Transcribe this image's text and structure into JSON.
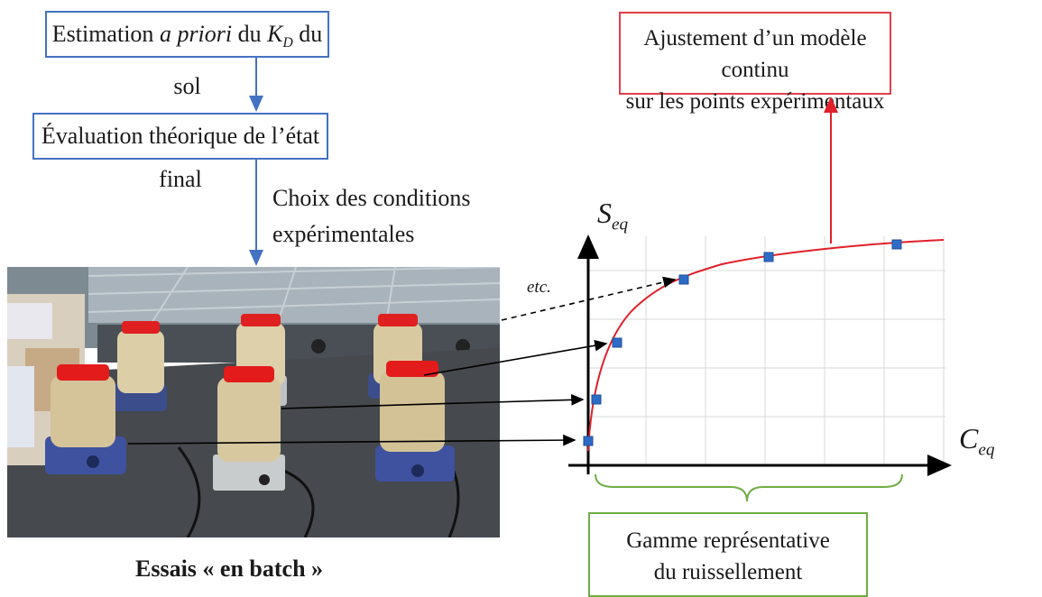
{
  "boxes": {
    "estimation_prefix": "Estimation ",
    "estimation_italic": "a priori",
    "estimation_mid": " du ",
    "estimation_kd_base": "K",
    "estimation_kd_sub": "D",
    "estimation_suffix": " du sol",
    "evaluation": "Évaluation théorique de l’état final",
    "ajustement_line1": "Ajustement d’un modèle continu",
    "ajustement_line2": "sur les points expérimentaux",
    "gamme_line1": "Gamme représentative",
    "gamme_line2": "du ruissellement"
  },
  "labels": {
    "choix_line1": "Choix des conditions",
    "choix_line2": "expérimentales",
    "essais": "Essais « en batch »",
    "etc": "etc.",
    "y_axis_base": "S",
    "y_axis_sub": "eq",
    "x_axis_base": "C",
    "x_axis_sub": "eq"
  },
  "colors": {
    "flow_arrow": "#4472c4",
    "fit_curve": "#e0202a",
    "data_point": "#2e6bc6",
    "bracket": "#70ad47",
    "ajustement_border": "#e0404a"
  },
  "chart_data": {
    "type": "scatter",
    "title": "",
    "xlabel": "C_eq",
    "ylabel": "S_eq",
    "grid": true,
    "points": [
      {
        "x": 0.0,
        "y": 0.02
      },
      {
        "x": 0.1,
        "y": 0.22
      },
      {
        "x": 0.4,
        "y": 0.52
      },
      {
        "x": 1.3,
        "y": 0.8
      },
      {
        "x": 2.4,
        "y": 0.91
      },
      {
        "x": 3.8,
        "y": 0.96
      }
    ],
    "fit_curve": "continuous saturating model (red)"
  }
}
